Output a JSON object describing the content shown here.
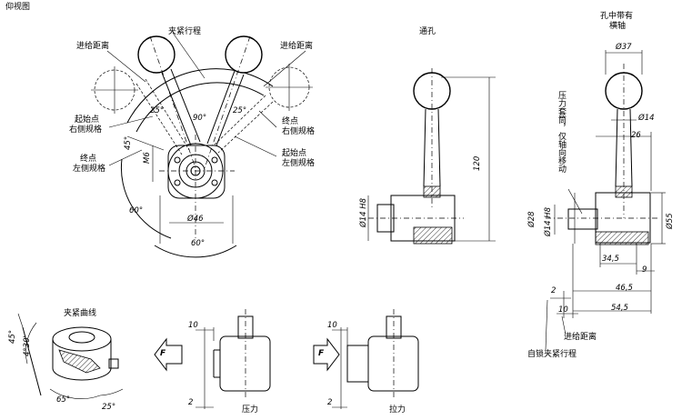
{
  "labels": {
    "bottom_view": "仰视图",
    "clamping_stroke": "夹紧行程",
    "feed_distance_left": "进给距离",
    "feed_distance_right": "进给距离",
    "start_point": "起始点",
    "right_spec": "右侧规格",
    "end_point": "终点",
    "right_spec_2": "右侧规格",
    "start_point_2": "起始点",
    "left_spec": "左侧规格",
    "end_point_2": "终点",
    "left_spec_2": "左侧规格",
    "through_hole": "通孔",
    "hole_with": "孔中带有",
    "cross_axis": "横轴",
    "pressure_sleeve": "压力套筒，仅轴向移动",
    "clamping_curve": "夹紧曲线",
    "pressure": "压力",
    "tension": "拉力",
    "feed_distance_bottom": "进给距离",
    "self_lock_stroke": "自锁夹紧行程",
    "force": "F"
  },
  "dimensions": {
    "angle_25_left": "25°",
    "angle_90": "90°",
    "angle_25_right": "25°",
    "angle_45": "45°",
    "thread_m6": "M6",
    "angle_60_left": "60°",
    "diameter_46": "Ø46",
    "angle_60_bottom": "60°",
    "dim_120": "120",
    "dia_14h8_mid": "Ø14 H8",
    "dia_37": "Ø37",
    "dia_14": "Ø14",
    "dim_26": "26",
    "dia_14h8_right": "Ø14 H8",
    "dia_28": "Ø28",
    "dia_55": "Ø55",
    "dim_34_5": "34,5",
    "dim_9": "9",
    "dim_46_5": "46,5",
    "dim_2_right": "2",
    "dim_54_5": "54,5",
    "dim_10_right": "10",
    "angle_45_curve": "45°",
    "angle_4_30": "4°30'",
    "angle_65": "65°",
    "angle_25_curve": "25°",
    "dim_10_press": "10",
    "dim_2_press": "2",
    "dim_10_tension": "10",
    "dim_2_tension": "2"
  }
}
